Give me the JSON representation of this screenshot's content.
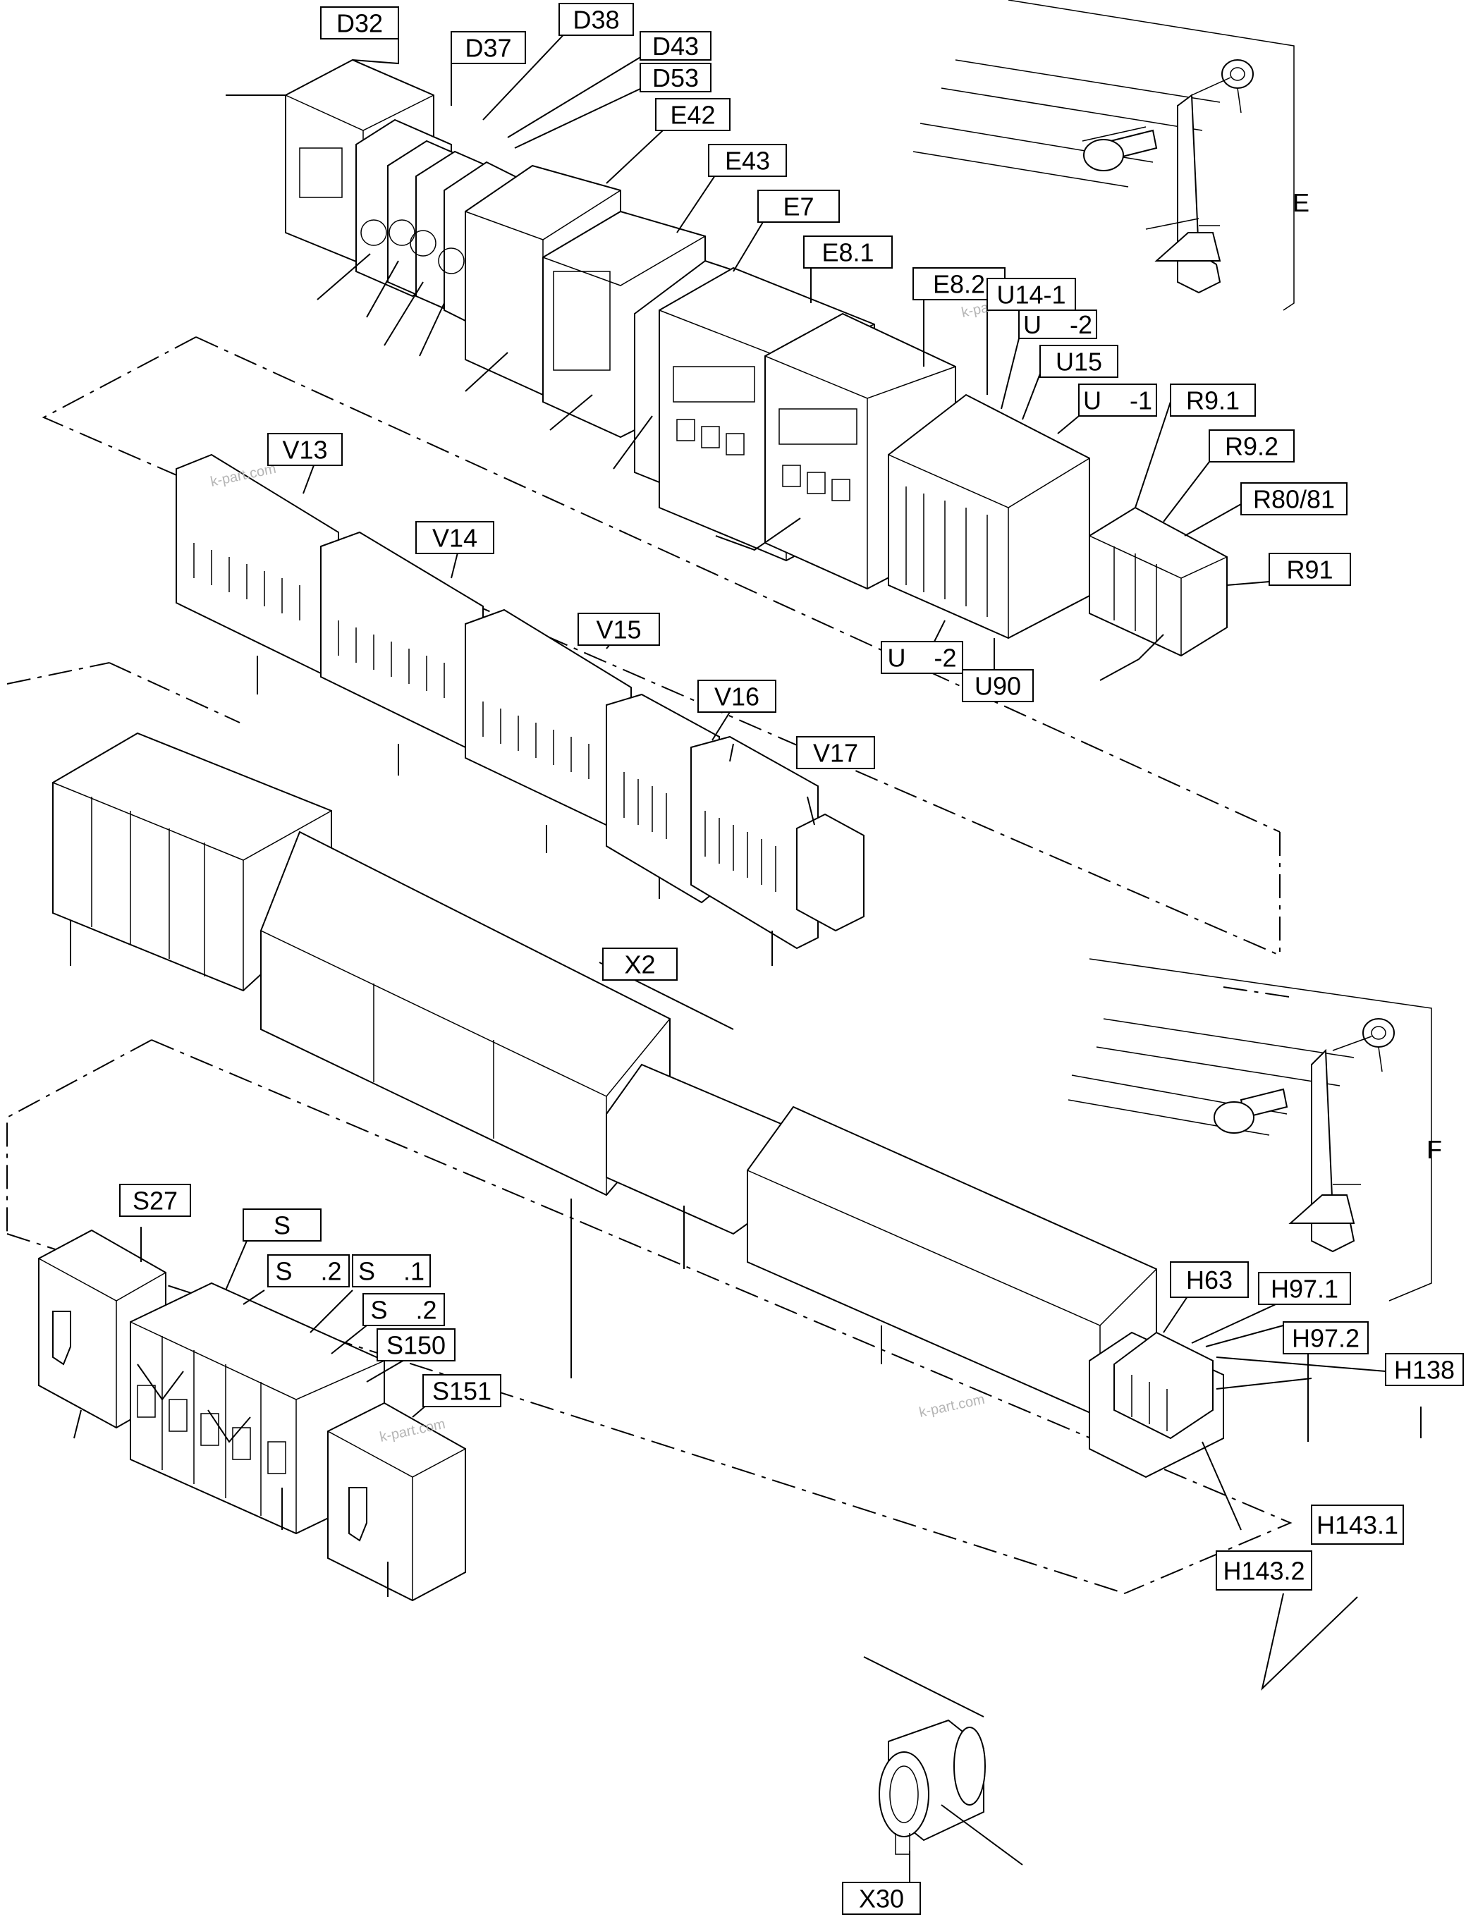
{
  "labels": [
    {
      "id": "D32",
      "text": "D32"
    },
    {
      "id": "D37",
      "text": "D37"
    },
    {
      "id": "D38",
      "text": "D38"
    },
    {
      "id": "D43",
      "text": "D43"
    },
    {
      "id": "D53",
      "text": "D53"
    },
    {
      "id": "E42",
      "text": "E42"
    },
    {
      "id": "E43",
      "text": "E43"
    },
    {
      "id": "E7",
      "text": "E7"
    },
    {
      "id": "E8_1",
      "text": "E8.1"
    },
    {
      "id": "E8_2",
      "text": "E8.2"
    },
    {
      "id": "U14_1",
      "text": "U14-1"
    },
    {
      "id": "U_2a",
      "text": "U    -2"
    },
    {
      "id": "U15",
      "text": "U15"
    },
    {
      "id": "U_1",
      "text": "U    -1"
    },
    {
      "id": "R9_1",
      "text": "R9.1"
    },
    {
      "id": "R9_2",
      "text": "R9.2"
    },
    {
      "id": "R80_81",
      "text": "R80/81"
    },
    {
      "id": "R91",
      "text": "R91"
    },
    {
      "id": "U_2b",
      "text": "U    -2"
    },
    {
      "id": "U90",
      "text": "U90"
    },
    {
      "id": "V13",
      "text": "V13"
    },
    {
      "id": "V14",
      "text": "V14"
    },
    {
      "id": "V15",
      "text": "V15"
    },
    {
      "id": "V16",
      "text": "V16"
    },
    {
      "id": "V17",
      "text": "V17"
    },
    {
      "id": "X2",
      "text": "X2"
    },
    {
      "id": "S27",
      "text": "S27"
    },
    {
      "id": "S_blank",
      "text": "S"
    },
    {
      "id": "S_2",
      "text": "S    .2"
    },
    {
      "id": "S_1",
      "text": "S    .1"
    },
    {
      "id": "S_2b",
      "text": "S    .2"
    },
    {
      "id": "S150",
      "text": "S150"
    },
    {
      "id": "S151",
      "text": "S151"
    },
    {
      "id": "H63",
      "text": "H63"
    },
    {
      "id": "H97_1",
      "text": "H97.1"
    },
    {
      "id": "H97_2",
      "text": "H97.2"
    },
    {
      "id": "H138",
      "text": "H138"
    },
    {
      "id": "H143_1",
      "text": "H143.1"
    },
    {
      "id": "H143_2",
      "text": "H143.2"
    },
    {
      "id": "X30",
      "text": "X30"
    }
  ],
  "detail_letters": {
    "E": "E",
    "F": "F"
  },
  "watermark": "k-part.com",
  "colors": {
    "line": "#000000",
    "background": "#ffffff",
    "watermark": "#b5b5b5"
  }
}
